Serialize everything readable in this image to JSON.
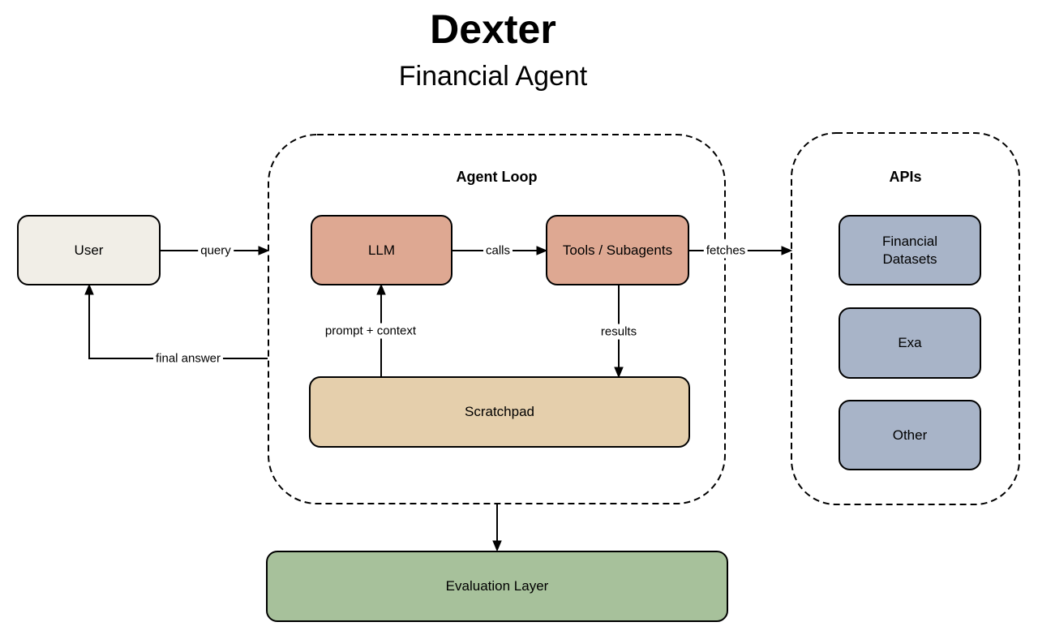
{
  "header": {
    "title": "Dexter",
    "subtitle": "Financial Agent"
  },
  "containers": {
    "agent_loop": {
      "label": "Agent Loop"
    },
    "apis": {
      "label": "APIs"
    }
  },
  "nodes": {
    "user": {
      "label": "User",
      "fill": "#F1EEE7"
    },
    "llm": {
      "label": "LLM",
      "fill": "#DEA892"
    },
    "tools_subagents": {
      "label": "Tools / Subagents",
      "fill": "#DEA892"
    },
    "scratchpad": {
      "label": "Scratchpad",
      "fill": "#E5CFAC"
    },
    "financial_datasets": {
      "label": "Financial Datasets",
      "fill": "#A8B4C8"
    },
    "exa": {
      "label": "Exa",
      "fill": "#A8B4C8"
    },
    "other": {
      "label": "Other",
      "fill": "#A8B4C8"
    },
    "evaluation_layer": {
      "label": "Evaluation Layer",
      "fill": "#A7C19B"
    }
  },
  "edge_labels": {
    "query": "query",
    "calls": "calls",
    "fetches": "fetches",
    "prompt_context": "prompt + context",
    "results": "results",
    "final_answer": "final answer"
  },
  "colors": {
    "stroke": "#000000",
    "background": "#FFFFFF"
  }
}
